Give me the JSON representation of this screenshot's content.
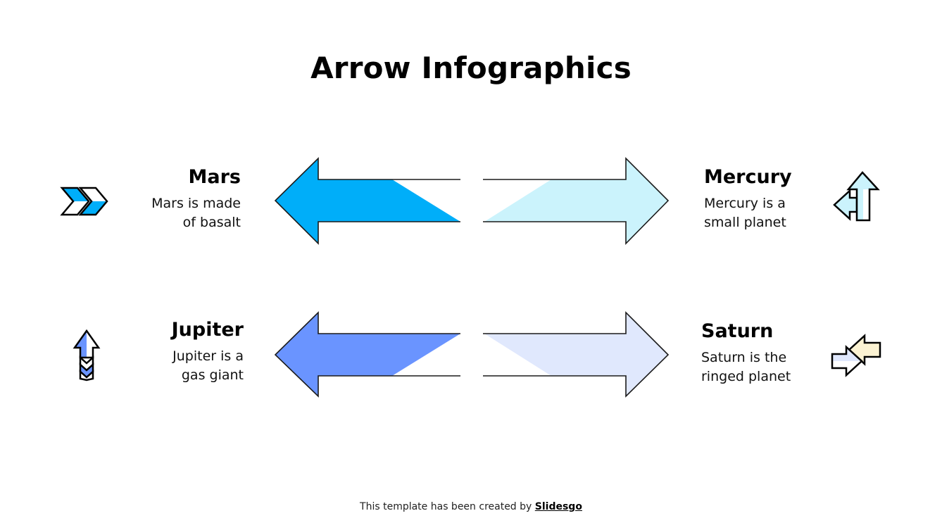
{
  "title": "Arrow Infographics",
  "items": [
    {
      "name": "Mars",
      "desc_line1": "Mars is made",
      "desc_line2": "of basalt",
      "color": "#00AEF9",
      "icon": "double-chevron-icon"
    },
    {
      "name": "Mercury",
      "desc_line1": "Mercury is a",
      "desc_line2": "small planet",
      "color": "#CBF3FC",
      "icon": "split-arrows-icon"
    },
    {
      "name": "Jupiter",
      "desc_line1": "Jupiter is a",
      "desc_line2": "gas giant",
      "color": "#6A94FF",
      "icon": "up-arrow-chevrons-icon"
    },
    {
      "name": "Saturn",
      "desc_line1": "Saturn is the",
      "desc_line2": "ringed planet",
      "color": "#E0E8FD",
      "icon": "opposing-arrows-icon"
    }
  ],
  "footer": {
    "text": "This template has been created by ",
    "brand": "Slidesgo"
  }
}
